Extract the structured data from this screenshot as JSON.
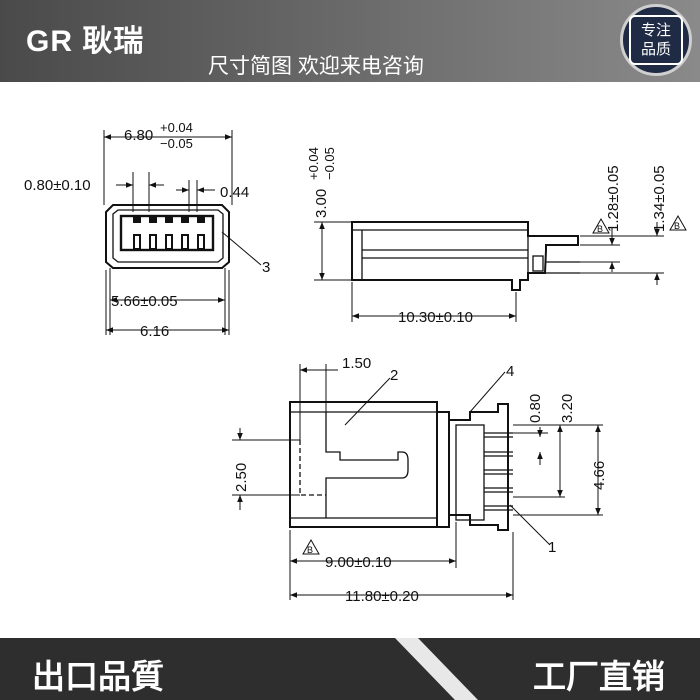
{
  "header": {
    "brand": "GR 耿瑞",
    "subtitle": "尺寸简图 欢迎来电咨询",
    "badge_line1": "专注",
    "badge_line2": "品质"
  },
  "footer": {
    "left": "出口品質",
    "right": "工厂直销"
  },
  "front_view": {
    "width_top": "6.80",
    "width_top_tol_plus": "+0.04",
    "width_top_tol_minus": "−0.05",
    "pin_pitch": "0.80±0.10",
    "pin_width": "0.44",
    "callout_3": "3",
    "inner_width": "5.66±0.05",
    "overall_width": "6.16"
  },
  "side_view": {
    "height": "3.00",
    "height_tol_plus": "+0.04",
    "height_tol_minus": "−0.05",
    "dim_a": "1.28±0.05",
    "dim_b": "1.34±0.05",
    "length": "10.30±0.10",
    "ref_mark": "B"
  },
  "top_view": {
    "slot_width": "1.50",
    "callout_2": "2",
    "callout_4": "4",
    "height_left": "2.50",
    "pitch": "0.80",
    "span": "3.20",
    "overall_height": "4.66",
    "callout_1": "1",
    "length_a": "9.00±0.10",
    "length_b": "11.80±0.20",
    "ref_mark": "B"
  }
}
